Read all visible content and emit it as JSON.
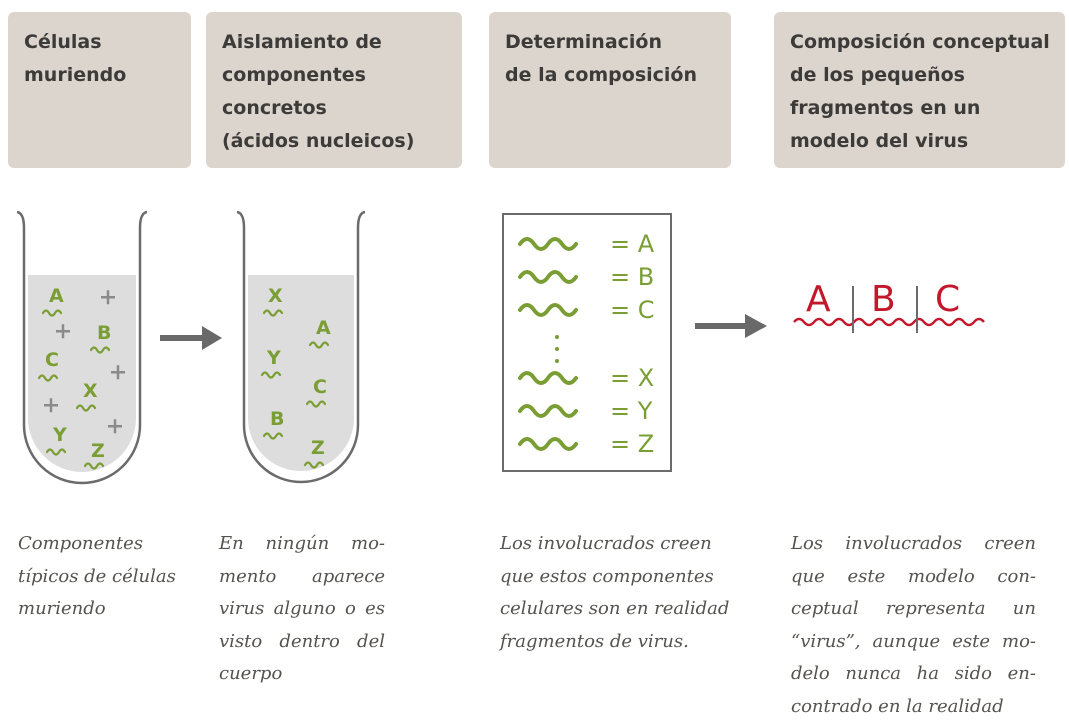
{
  "headers": [
    "Células\nmuriendo",
    "Aislamiento de\ncomponentes\nconcretos\n(ácidos nucleicos)",
    "Determinación\nde la composición",
    "Composición conceptual\nde los pequeños\nfragmentos en un\nmodelo del virus"
  ],
  "tube1": {
    "letters": [
      "A",
      "B",
      "C",
      "X",
      "Y",
      "Z"
    ],
    "plus": "+"
  },
  "tube2": {
    "letters": [
      "X",
      "A",
      "Y",
      "C",
      "B",
      "Z"
    ]
  },
  "composition": {
    "entries": [
      "= A",
      "= B",
      "= C",
      "= X",
      "= Y",
      "= Z"
    ],
    "ellipsis": ":"
  },
  "virus_model": {
    "letters": [
      "A",
      "B",
      "C"
    ]
  },
  "captions": {
    "c1": [
      "Componentes",
      "típicos de células",
      "muriendo"
    ],
    "c2": [
      "En ningún mo-",
      "mento aparece",
      "virus alguno o es",
      "visto dentro del",
      "cuerpo"
    ],
    "c3": [
      "Los involucrados creen",
      "que estos componentes",
      "celulares son en realidad",
      "fragmentos de virus."
    ],
    "c4": [
      "Los involucrados creen",
      "que este modelo con-",
      "ceptual representa un",
      "“virus”, aunque este mo-",
      "delo nunca ha sido en-",
      "contrado en la realidad"
    ]
  },
  "colors": {
    "green": "#7a9e34",
    "red": "#c3172b",
    "header_bg": "#dcd5cd",
    "arrow": "#696969"
  }
}
